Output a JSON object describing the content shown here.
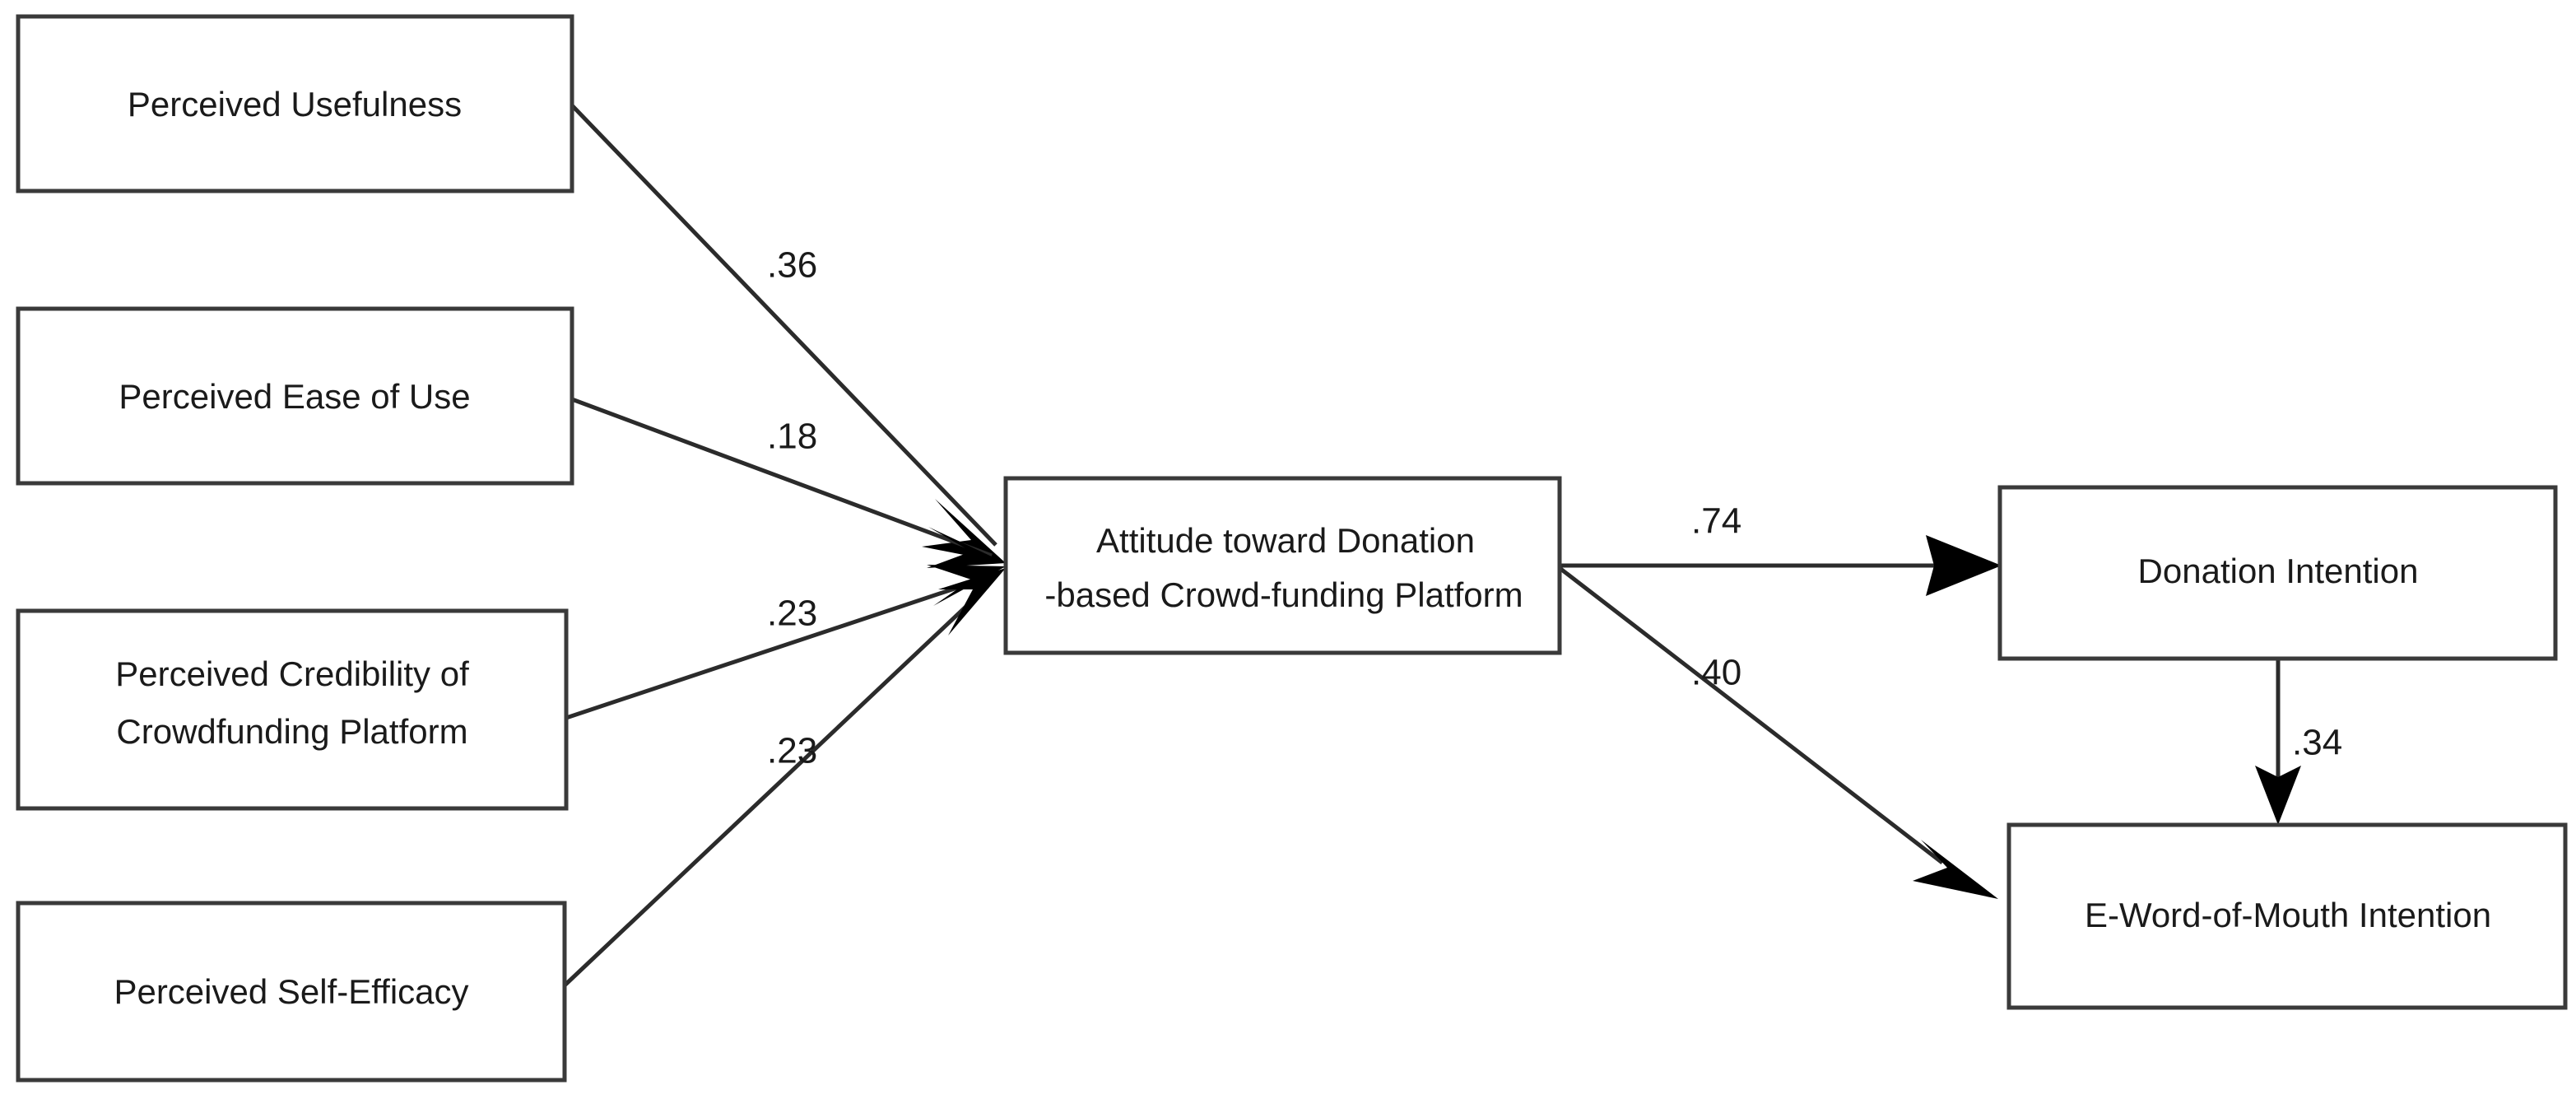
{
  "diagram": {
    "type": "path-diagram",
    "title": "Structural Equation Model of Attitude toward Donation-based Crowd-funding Platform",
    "colors": {
      "box_stroke": "#3a3a3a",
      "line": "#2b2b2b",
      "arrow": "#000000",
      "text": "#1a1a1a",
      "background": "#ffffff"
    },
    "nodes": [
      {
        "id": "perceived-usefulness",
        "label": "Perceived Usefulness",
        "lines": [
          "Perceived Usefulness"
        ]
      },
      {
        "id": "perceived-ease-of-use",
        "label": "Perceived Ease of Use",
        "lines": [
          "Perceived Ease of Use"
        ]
      },
      {
        "id": "perceived-credibility",
        "label": "Perceived Credibility of Crowdfunding Platform",
        "lines": [
          "Perceived Credibility of",
          "Crowdfunding Platform"
        ]
      },
      {
        "id": "perceived-self-efficacy",
        "label": "Perceived Self-Efficacy",
        "lines": [
          "Perceived Self-Efficacy"
        ]
      },
      {
        "id": "attitude",
        "label": "Attitude toward Donation-based Crowd-funding Platform",
        "lines": [
          "Attitude toward Donation",
          "-based Crowd-funding Platform"
        ]
      },
      {
        "id": "donation-intention",
        "label": "Donation Intention",
        "lines": [
          "Donation Intention"
        ]
      },
      {
        "id": "ewom-intention",
        "label": "E-Word-of-Mouth Intention",
        "lines": [
          "E-Word-of-Mouth Intention"
        ]
      }
    ],
    "paths": [
      {
        "id": "pu-to-attitude",
        "from": "perceived-usefulness",
        "to": "attitude",
        "coefficient": ".36"
      },
      {
        "id": "peou-to-attitude",
        "from": "perceived-ease-of-use",
        "to": "attitude",
        "coefficient": ".18"
      },
      {
        "id": "pc-to-attitude",
        "from": "perceived-credibility",
        "to": "attitude",
        "coefficient": ".23"
      },
      {
        "id": "pse-to-attitude",
        "from": "perceived-self-efficacy",
        "to": "attitude",
        "coefficient": ".23"
      },
      {
        "id": "attitude-to-donation",
        "from": "attitude",
        "to": "donation-intention",
        "coefficient": ".74"
      },
      {
        "id": "attitude-to-ewom",
        "from": "attitude",
        "to": "ewom-intention",
        "coefficient": ".40"
      },
      {
        "id": "donation-to-ewom",
        "from": "donation-intention",
        "to": "ewom-intention",
        "coefficient": ".34"
      }
    ]
  }
}
